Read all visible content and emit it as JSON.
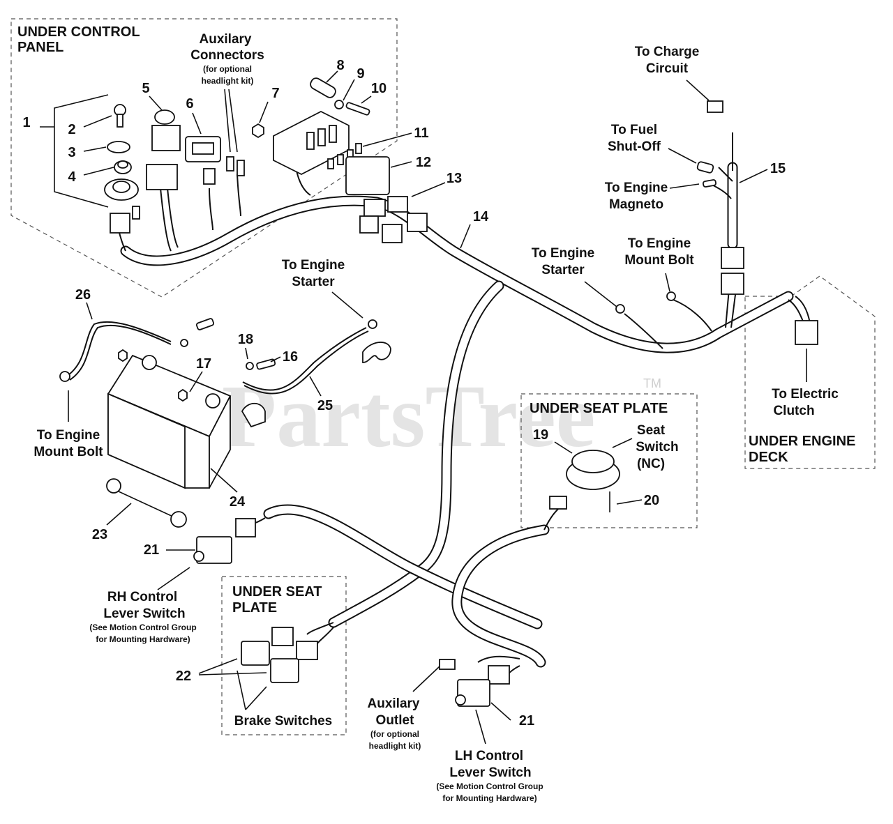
{
  "watermark": {
    "text": "PartsTree",
    "tm": "TM"
  },
  "sections": {
    "under_control_panel": [
      "UNDER CONTROL",
      "PANEL"
    ],
    "under_seat_plate_right": "UNDER SEAT PLATE",
    "under_engine_deck": [
      "UNDER ENGINE",
      "DECK"
    ],
    "under_seat_plate_left": [
      "UNDER SEAT",
      "PLATE"
    ]
  },
  "callouts": {
    "aux_connectors": [
      "Auxilary",
      "Connectors"
    ],
    "aux_connectors_note": [
      "(for optional",
      "headlight kit)"
    ],
    "to_charge_circuit": [
      "To Charge",
      "Circuit"
    ],
    "to_fuel_shutoff": [
      "To Fuel",
      "Shut-Off"
    ],
    "to_engine_magneto": [
      "To Engine",
      "Magneto"
    ],
    "to_engine_starter_right": [
      "To Engine",
      "Starter"
    ],
    "to_engine_mount_bolt_right": [
      "To Engine",
      "Mount Bolt"
    ],
    "to_engine_starter_left": [
      "To Engine",
      "Starter"
    ],
    "to_engine_mount_bolt_left": [
      "To Engine",
      "Mount Bolt"
    ],
    "to_electric_clutch": [
      "To Electric",
      "Clutch"
    ],
    "seat_switch": [
      "Seat",
      "Switch",
      "(NC)"
    ],
    "rh_control": [
      "RH Control",
      "Lever Switch"
    ],
    "rh_control_note": [
      "(See Motion Control Group",
      "for Mounting Hardware)"
    ],
    "brake_switches": "Brake Switches",
    "aux_outlet": [
      "Auxilary",
      "Outlet"
    ],
    "aux_outlet_note": [
      "(for optional",
      "headlight kit)"
    ],
    "lh_control": [
      "LH Control",
      "Lever Switch"
    ],
    "lh_control_note": [
      "(See Motion Control Group",
      "for Mounting Hardware)"
    ]
  },
  "part_numbers": {
    "n1": "1",
    "n2": "2",
    "n3": "3",
    "n4": "4",
    "n5": "5",
    "n6": "6",
    "n7": "7",
    "n8": "8",
    "n9": "9",
    "n10": "10",
    "n11": "11",
    "n12": "12",
    "n13": "13",
    "n14": "14",
    "n15": "15",
    "n16": "16",
    "n17": "17",
    "n18": "18",
    "n19": "19",
    "n20": "20",
    "n21a": "21",
    "n21b": "21",
    "n22": "22",
    "n23": "23",
    "n24": "24",
    "n25": "25",
    "n26": "26"
  }
}
